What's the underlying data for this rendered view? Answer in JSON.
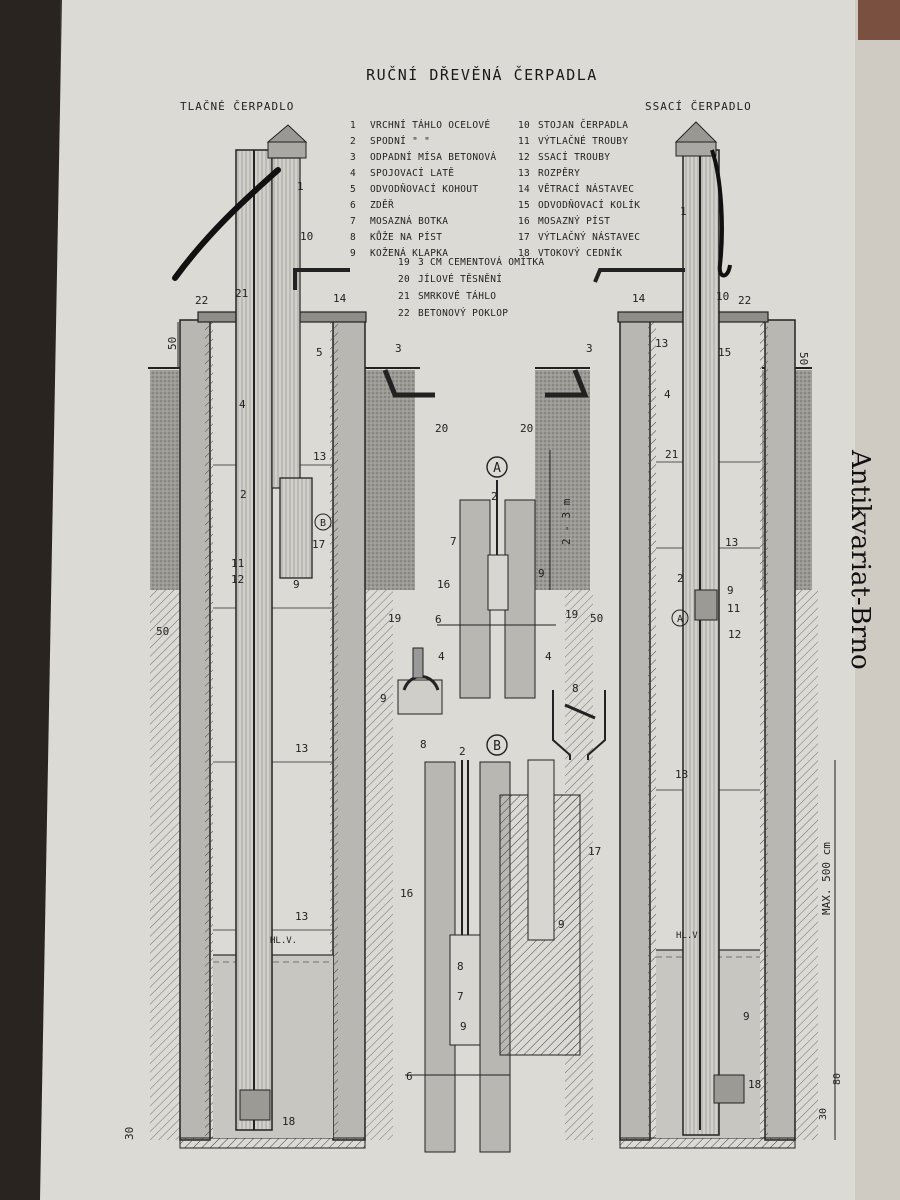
{
  "title": "RUČNÍ DŘEVĚNÁ ČERPADLA",
  "left_subtitle": "TLAČNÉ ČERPADLO",
  "right_subtitle": "SSACÍ ČERPADLO",
  "legend": [
    {
      "n": "1",
      "t": "VRCHNÍ TÁHLO OCELOVÉ"
    },
    {
      "n": "2",
      "t": "SPODNÍ   \"   \""
    },
    {
      "n": "3",
      "t": "ODPADNÍ MÍSA BETONOVÁ"
    },
    {
      "n": "4",
      "t": "SPOJOVACÍ LATĚ"
    },
    {
      "n": "5",
      "t": "ODVODŇOVACÍ KOHOUT"
    },
    {
      "n": "6",
      "t": "ZDĚŘ"
    },
    {
      "n": "7",
      "t": "MOSAZNÁ BOTKA"
    },
    {
      "n": "8",
      "t": "KŮŽE NA PÍST"
    },
    {
      "n": "9",
      "t": "KOŽENÁ KLAPKA"
    },
    {
      "n": "10",
      "t": "STOJAN ČERPADLA"
    },
    {
      "n": "11",
      "t": "VÝTLAČNÉ TROUBY"
    },
    {
      "n": "12",
      "t": "SSACÍ TROUBY"
    },
    {
      "n": "13",
      "t": "ROZPĚRY"
    },
    {
      "n": "14",
      "t": "VĚTRACÍ NÁSTAVEC"
    },
    {
      "n": "15",
      "t": "ODVODŇOVACÍ KOLÍK"
    },
    {
      "n": "16",
      "t": "MOSAZNÝ PÍST"
    },
    {
      "n": "17",
      "t": "VÝTLAČNÝ NÁSTAVEC"
    },
    {
      "n": "18",
      "t": "VTOKOVÝ CEDNÍK"
    },
    {
      "n": "19",
      "t": "3 CM CEMENTOVÁ OMÍTKA"
    },
    {
      "n": "20",
      "t": "JÍLOVÉ TĚSNĚNÍ"
    },
    {
      "n": "21",
      "t": "SMRKOVÉ TÁHLO"
    },
    {
      "n": "22",
      "t": "BETONOVÝ POKLOP"
    }
  ],
  "detail_labels": {
    "a": "A",
    "b": "B"
  },
  "dimensions": {
    "d50": "50",
    "d30": "30",
    "d2_3m": "2 - 3 m",
    "dmax": "MAX. 500 cm",
    "d80": "80",
    "hlv": "HL.V."
  },
  "callouts": [
    "1",
    "2",
    "3",
    "4",
    "5",
    "6",
    "7",
    "8",
    "9",
    "10",
    "11",
    "12",
    "13",
    "14",
    "15",
    "16",
    "17",
    "18",
    "19",
    "20",
    "21",
    "22"
  ],
  "watermark": "Antikvariat-Brno",
  "colors": {
    "paper": "#dcdad4",
    "ink": "#1e1e1e",
    "background": "#3a3430"
  }
}
